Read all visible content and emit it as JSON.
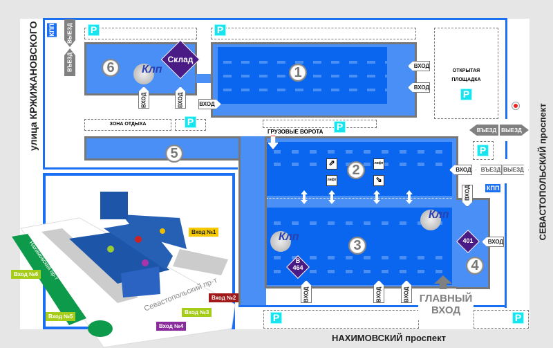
{
  "streets": {
    "left": "улица КРЖИЖАНОВСКОГО",
    "right": "СЕВАСТОПОЛЬСКИЙ проспект",
    "bottom": "НАХИМОВСКИЙ проспект"
  },
  "kpp": "КПП",
  "parking": "P",
  "buildings": {
    "b1": "1",
    "b2": "2",
    "b3": "3",
    "b4": "4",
    "b5": "5",
    "b6": "6"
  },
  "warehouse": "Склад",
  "klp_logo": "Клп",
  "rooms": {
    "r401": "401",
    "r464_line1": "В",
    "r464_line2": "464"
  },
  "zones": {
    "rest": "ЗОНА ОТДЫХА",
    "open_line1": "ОТКРЫТАЯ",
    "open_line2": "ПЛОЩАДКА",
    "cargo_gate": "ГРУЗОВЫЕ ВОРОТА"
  },
  "entrance": "ВХОД",
  "main_entrance": {
    "line1": "ГЛАВНЫЙ",
    "line2": "ВХОД"
  },
  "entry": "ВЪЕЗД",
  "exit": "ВЫЕЗД",
  "lift": "лифт",
  "inset": {
    "street1": "Нахимовский пр-т",
    "street2": "Севастопольский пр-т",
    "e1": "Вход №1",
    "e2": "Вход №2",
    "e3": "Вход №3",
    "e4": "Вход №4",
    "e5": "Вход №5",
    "e6": "Вход №6"
  },
  "colors": {
    "building": "#4a8ff5",
    "building_dark": "#0a66ef",
    "border": "#1a6ff2",
    "purple": "#4a1a85",
    "parking": "#17e4ee"
  }
}
